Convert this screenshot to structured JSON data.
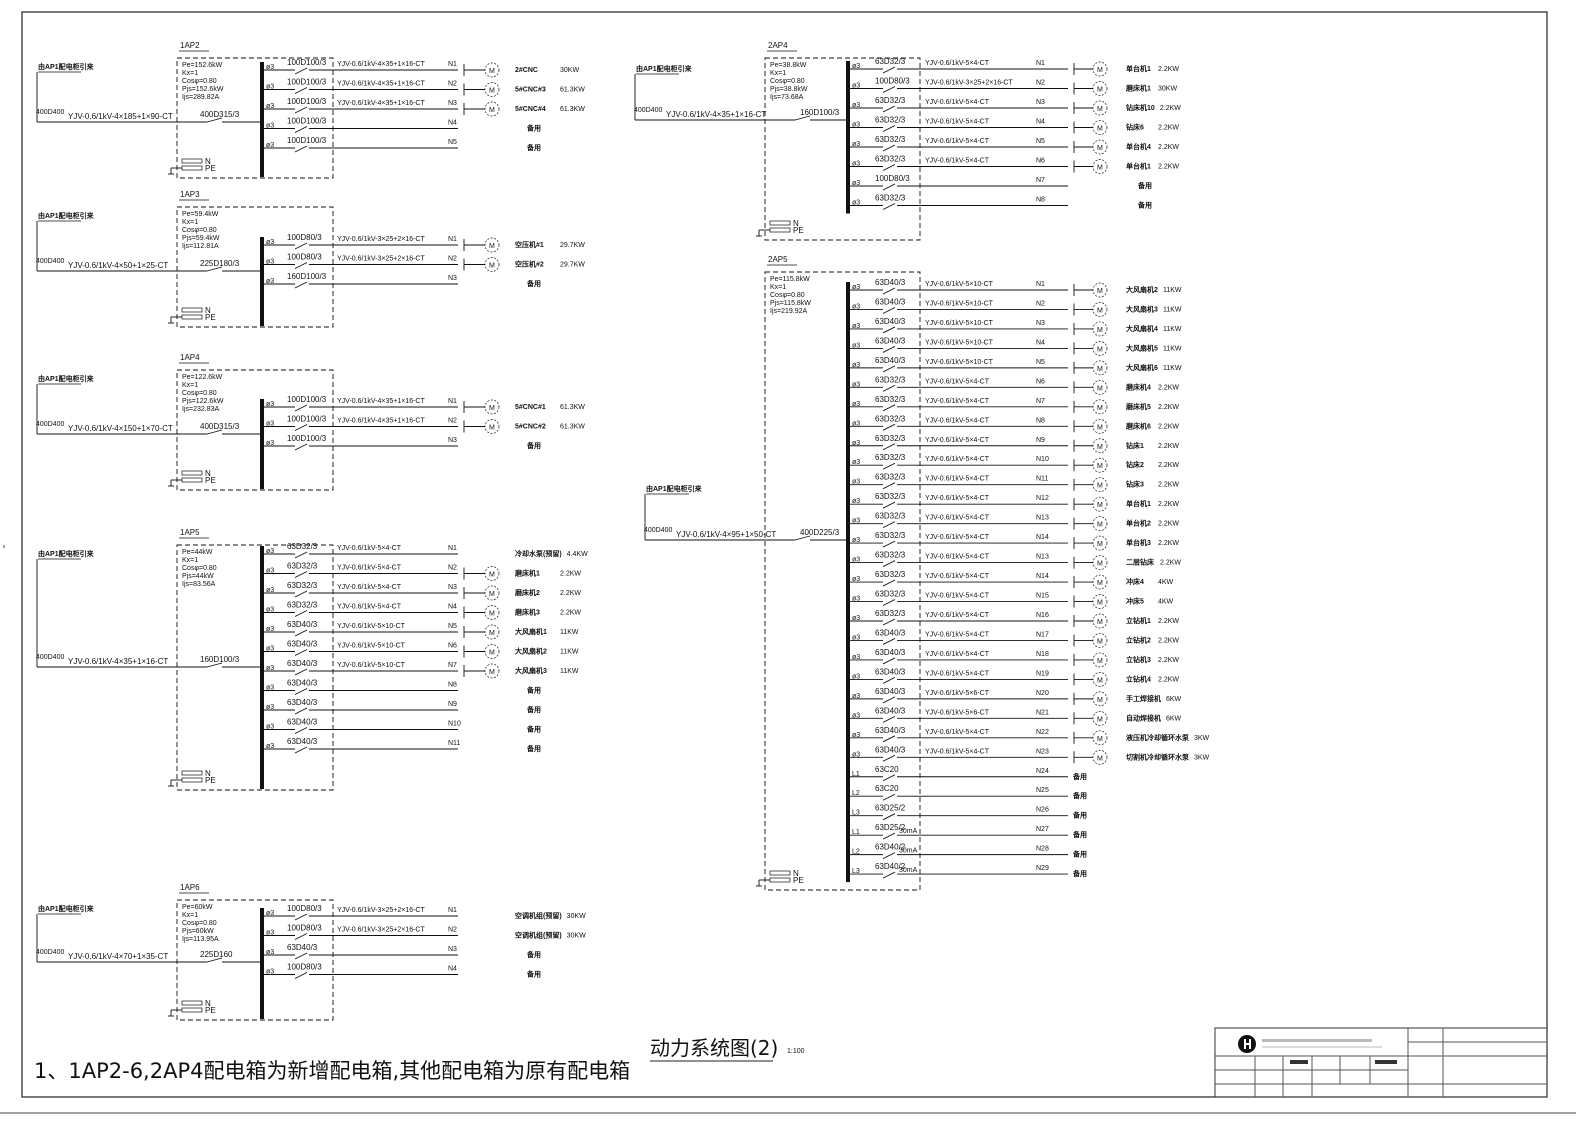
{
  "drawing": {
    "title": "动力系统图(2)",
    "scale": "1:100",
    "note": "1、1AP2-6,2AP4配电箱为新增配电箱,其他配电箱为原有配电箱"
  },
  "common": {
    "source": "由AP1配电柜引来",
    "spare": "备用",
    "n_bar": "N",
    "pe_bar": "PE",
    "motor": "M",
    "rcd": "30mA"
  },
  "panels": [
    {
      "name": "1AP2",
      "params": [
        "Pe=152.6kW",
        "Kx=1",
        "Cosφ=0.80",
        "Pjs=152.6kW",
        "Ijs=289.82A"
      ],
      "source_breaker": "400D400",
      "incoming_cable": "YJV-0.6/1kV-4×185+1×90-CT",
      "main_breaker": "400D315/3",
      "circuits": [
        {
          "ph": "ø3",
          "brk": "100D100/3",
          "cable": "YJV-0.6/1kV-4×35+1×16-CT",
          "no": "N1",
          "load": "2#CNC",
          "kw": "30KW",
          "motor": true
        },
        {
          "ph": "ø3",
          "brk": "100D100/3",
          "cable": "YJV-0.6/1kV-4×35+1×16-CT",
          "no": "N2",
          "load": "5#CNC#3",
          "kw": "61.3KW",
          "motor": true
        },
        {
          "ph": "ø3",
          "brk": "100D100/3",
          "cable": "YJV-0.6/1kV-4×35+1×16-CT",
          "no": "N3",
          "load": "5#CNC#4",
          "kw": "61.3KW",
          "motor": true
        },
        {
          "ph": "ø3",
          "brk": "100D100/3",
          "cable": "",
          "no": "N4",
          "load": "备用",
          "kw": "",
          "motor": false
        },
        {
          "ph": "ø3",
          "brk": "100D100/3",
          "cable": "",
          "no": "N5",
          "load": "备用",
          "kw": "",
          "motor": false
        }
      ]
    },
    {
      "name": "1AP3",
      "params": [
        "Pe=59.4kW",
        "Kx=1",
        "Cosφ=0.80",
        "Pjs=59.4kW",
        "Ijs=112.81A"
      ],
      "source_breaker": "400D400",
      "incoming_cable": "YJV-0.6/1kV-4×50+1×25-CT",
      "main_breaker": "225D180/3",
      "circuits": [
        {
          "ph": "ø3",
          "brk": "100D80/3",
          "cable": "YJV-0.6/1kV-3×25+2×16-CT",
          "no": "N1",
          "load": "空压机#1",
          "kw": "29.7KW",
          "motor": true
        },
        {
          "ph": "ø3",
          "brk": "100D80/3",
          "cable": "YJV-0.6/1kV-3×25+2×16-CT",
          "no": "N2",
          "load": "空压机#2",
          "kw": "29.7KW",
          "motor": true
        },
        {
          "ph": "ø3",
          "brk": "160D100/3",
          "cable": "",
          "no": "N3",
          "load": "备用",
          "kw": "",
          "motor": false
        }
      ]
    },
    {
      "name": "1AP4",
      "params": [
        "Pe=122.6kW",
        "Kx=1",
        "Cosφ=0.80",
        "Pjs=122.6kW",
        "Ijs=232.83A"
      ],
      "source_breaker": "400D400",
      "incoming_cable": "YJV-0.6/1kV-4×150+1×70-CT",
      "main_breaker": "400D315/3",
      "circuits": [
        {
          "ph": "ø3",
          "brk": "100D100/3",
          "cable": "YJV-0.6/1kV-4×35+1×16-CT",
          "no": "N1",
          "load": "5#CNC#1",
          "kw": "61.3KW",
          "motor": true
        },
        {
          "ph": "ø3",
          "brk": "100D100/3",
          "cable": "YJV-0.6/1kV-4×35+1×16-CT",
          "no": "N2",
          "load": "5#CNC#2",
          "kw": "61.3KW",
          "motor": true
        },
        {
          "ph": "ø3",
          "brk": "100D100/3",
          "cable": "",
          "no": "N3",
          "load": "备用",
          "kw": "",
          "motor": false
        }
      ]
    },
    {
      "name": "1AP5",
      "params": [
        "Pe=44kW",
        "Kx=1",
        "Cosφ=0.80",
        "Pjs=44kW",
        "Ijs=83.56A"
      ],
      "source_breaker": "400D400",
      "incoming_cable": "YJV-0.6/1kV-4×35+1×16-CT",
      "main_breaker": "160D100/3",
      "circuits": [
        {
          "ph": "ø3",
          "brk": "63D32/3",
          "cable": "YJV-0.6/1kV-5×4-CT",
          "no": "N1",
          "load": "冷却水泵(预留)",
          "kw": "4.4KW",
          "motor": false
        },
        {
          "ph": "ø3",
          "brk": "63D32/3",
          "cable": "YJV-0.6/1kV-5×4-CT",
          "no": "N2",
          "load": "磨床机1",
          "kw": "2.2KW",
          "motor": true
        },
        {
          "ph": "ø3",
          "brk": "63D32/3",
          "cable": "YJV-0.6/1kV-5×4-CT",
          "no": "N3",
          "load": "磨床机2",
          "kw": "2.2KW",
          "motor": true
        },
        {
          "ph": "ø3",
          "brk": "63D32/3",
          "cable": "YJV-0.6/1kV-5×4-CT",
          "no": "N4",
          "load": "磨床机3",
          "kw": "2.2KW",
          "motor": true
        },
        {
          "ph": "ø3",
          "brk": "63D40/3",
          "cable": "YJV-0.6/1kV-5×10-CT",
          "no": "N5",
          "load": "大风扇机1",
          "kw": "11KW",
          "motor": true
        },
        {
          "ph": "ø3",
          "brk": "63D40/3",
          "cable": "YJV-0.6/1kV-5×10-CT",
          "no": "N6",
          "load": "大风扇机2",
          "kw": "11KW",
          "motor": true
        },
        {
          "ph": "ø3",
          "brk": "63D40/3",
          "cable": "YJV-0.6/1kV-5×10-CT",
          "no": "N7",
          "load": "大风扇机3",
          "kw": "11KW",
          "motor": true
        },
        {
          "ph": "ø3",
          "brk": "63D40/3",
          "cable": "",
          "no": "N8",
          "load": "备用",
          "kw": "",
          "motor": false
        },
        {
          "ph": "ø3",
          "brk": "63D40/3",
          "cable": "",
          "no": "N9",
          "load": "备用",
          "kw": "",
          "motor": false
        },
        {
          "ph": "ø3",
          "brk": "63D40/3",
          "cable": "",
          "no": "N10",
          "load": "备用",
          "kw": "",
          "motor": false
        },
        {
          "ph": "ø3",
          "brk": "63D40/3",
          "cable": "",
          "no": "N11",
          "load": "备用",
          "kw": "",
          "motor": false
        }
      ]
    },
    {
      "name": "1AP6",
      "params": [
        "Pe=60kW",
        "Kx=1",
        "Cosφ=0.80",
        "Pjs=60kW",
        "Ijs=113.95A"
      ],
      "source_breaker": "400D400",
      "incoming_cable": "YJV-0.6/1kV-4×70+1×35-CT",
      "main_breaker": "225D160",
      "circuits": [
        {
          "ph": "ø3",
          "brk": "100D80/3",
          "cable": "YJV-0.6/1kV-3×25+2×16-CT",
          "no": "N1",
          "load": "空调机组(预留)",
          "kw": "30KW",
          "motor": false
        },
        {
          "ph": "ø3",
          "brk": "100D80/3",
          "cable": "YJV-0.6/1kV-3×25+2×16-CT",
          "no": "N2",
          "load": "空调机组(预留)",
          "kw": "30KW",
          "motor": false
        },
        {
          "ph": "ø3",
          "brk": "63D40/3",
          "cable": "",
          "no": "N3",
          "load": "备用",
          "kw": "",
          "motor": false
        },
        {
          "ph": "ø3",
          "brk": "100D80/3",
          "cable": "",
          "no": "N4",
          "load": "备用",
          "kw": "",
          "motor": false
        }
      ]
    },
    {
      "name": "2AP4",
      "params": [
        "Pe=38.8kW",
        "Kx=1",
        "Cosφ=0.80",
        "Pjs=38.8kW",
        "Ijs=73.68A"
      ],
      "source_breaker": "400D400",
      "incoming_cable": "YJV-0.6/1kV-4×35+1×16-CT",
      "main_breaker": "160D100/3",
      "circuits": [
        {
          "ph": "ø3",
          "brk": "63D32/3",
          "cable": "YJV-0.6/1kV-5×4-CT",
          "no": "N1",
          "load": "单台机1",
          "kw": "2.2KW",
          "motor": true
        },
        {
          "ph": "ø3",
          "brk": "100D80/3",
          "cable": "YJV-0.6/1kV-3×25+2×16-CT",
          "no": "N2",
          "load": "磨床机1",
          "kw": "30KW",
          "motor": true
        },
        {
          "ph": "ø3",
          "brk": "63D32/3",
          "cable": "YJV-0.6/1kV-5×4-CT",
          "no": "N3",
          "load": "钻床机10",
          "kw": "2.2KW",
          "motor": true
        },
        {
          "ph": "ø3",
          "brk": "63D32/3",
          "cable": "YJV-0.6/1kV-5×4-CT",
          "no": "N4",
          "load": "钻床6",
          "kw": "2.2KW",
          "motor": true
        },
        {
          "ph": "ø3",
          "brk": "63D32/3",
          "cable": "YJV-0.6/1kV-5×4-CT",
          "no": "N5",
          "load": "单台机4",
          "kw": "2.2KW",
          "motor": true
        },
        {
          "ph": "ø3",
          "brk": "63D32/3",
          "cable": "YJV-0.6/1kV-5×4-CT",
          "no": "N6",
          "load": "单台机1",
          "kw": "2.2KW",
          "motor": true
        },
        {
          "ph": "ø3",
          "brk": "100D80/3",
          "cable": "",
          "no": "N7",
          "load": "备用",
          "kw": "",
          "motor": false
        },
        {
          "ph": "ø3",
          "brk": "63D32/3",
          "cable": "",
          "no": "N8",
          "load": "备用",
          "kw": "",
          "motor": false
        }
      ]
    },
    {
      "name": "2AP5",
      "params": [
        "Pe=115.8kW",
        "Kx=1",
        "Cosφ=0.80",
        "Pjs=115.8kW",
        "Ijs=219.92A"
      ],
      "source_breaker": "400D400",
      "incoming_cable": "YJV-0.6/1kV-4×95+1×50-CT",
      "main_breaker": "400D225/3",
      "circuits": [
        {
          "ph": "ø3",
          "brk": "63D40/3",
          "cable": "YJV-0.6/1kV-5×10-CT",
          "no": "N1",
          "load": "大风扇机2",
          "kw": "11KW",
          "motor": true
        },
        {
          "ph": "ø3",
          "brk": "63D40/3",
          "cable": "YJV-0.6/1kV-5×10-CT",
          "no": "N2",
          "load": "大风扇机3",
          "kw": "11KW",
          "motor": true
        },
        {
          "ph": "ø3",
          "brk": "63D40/3",
          "cable": "YJV-0.6/1kV-5×10-CT",
          "no": "N3",
          "load": "大风扇机4",
          "kw": "11KW",
          "motor": true
        },
        {
          "ph": "ø3",
          "brk": "63D40/3",
          "cable": "YJV-0.6/1kV-5×10-CT",
          "no": "N4",
          "load": "大风扇机5",
          "kw": "11KW",
          "motor": true
        },
        {
          "ph": "ø3",
          "brk": "63D40/3",
          "cable": "YJV-0.6/1kV-5×10-CT",
          "no": "N5",
          "load": "大风扇机6",
          "kw": "11KW",
          "motor": true
        },
        {
          "ph": "ø3",
          "brk": "63D32/3",
          "cable": "YJV-0.6/1kV-5×4-CT",
          "no": "N6",
          "load": "磨床机4",
          "kw": "2.2KW",
          "motor": true
        },
        {
          "ph": "ø3",
          "brk": "63D32/3",
          "cable": "YJV-0.6/1kV-5×4-CT",
          "no": "N7",
          "load": "磨床机5",
          "kw": "2.2KW",
          "motor": true
        },
        {
          "ph": "ø3",
          "brk": "63D32/3",
          "cable": "YJV-0.6/1kV-5×4-CT",
          "no": "N8",
          "load": "磨床机6",
          "kw": "2.2KW",
          "motor": true
        },
        {
          "ph": "ø3",
          "brk": "63D32/3",
          "cable": "YJV-0.6/1kV-5×4-CT",
          "no": "N9",
          "load": "钻床1",
          "kw": "2.2KW",
          "motor": true
        },
        {
          "ph": "ø3",
          "brk": "63D32/3",
          "cable": "YJV-0.6/1kV-5×4-CT",
          "no": "N10",
          "load": "钻床2",
          "kw": "2.2KW",
          "motor": true
        },
        {
          "ph": "ø3",
          "brk": "63D32/3",
          "cable": "YJV-0.6/1kV-5×4-CT",
          "no": "N11",
          "load": "钻床3",
          "kw": "2.2KW",
          "motor": true
        },
        {
          "ph": "ø3",
          "brk": "63D32/3",
          "cable": "YJV-0.6/1kV-5×4-CT",
          "no": "N12",
          "load": "单台机1",
          "kw": "2.2KW",
          "motor": true
        },
        {
          "ph": "ø3",
          "brk": "63D32/3",
          "cable": "YJV-0.6/1kV-5×4-CT",
          "no": "N13",
          "load": "单台机2",
          "kw": "2.2KW",
          "motor": true
        },
        {
          "ph": "ø3",
          "brk": "63D32/3",
          "cable": "YJV-0.6/1kV-5×4-CT",
          "no": "N14",
          "load": "单台机3",
          "kw": "2.2KW",
          "motor": true
        },
        {
          "ph": "ø3",
          "brk": "63D32/3",
          "cable": "YJV-0.6/1kV-5×4-CT",
          "no": "N13",
          "load": "二层钻床",
          "kw": "2.2KW",
          "motor": true
        },
        {
          "ph": "ø3",
          "brk": "63D32/3",
          "cable": "YJV-0.6/1kV-5×4-CT",
          "no": "N14",
          "load": "冲床4",
          "kw": "4KW",
          "motor": true
        },
        {
          "ph": "ø3",
          "brk": "63D32/3",
          "cable": "YJV-0.6/1kV-5×4-CT",
          "no": "N15",
          "load": "冲床5",
          "kw": "4KW",
          "motor": true
        },
        {
          "ph": "ø3",
          "brk": "63D32/3",
          "cable": "YJV-0.6/1kV-5×4-CT",
          "no": "N16",
          "load": "立钻机1",
          "kw": "2.2KW",
          "motor": true
        },
        {
          "ph": "ø3",
          "brk": "63D40/3",
          "cable": "YJV-0.6/1kV-5×4-CT",
          "no": "N17",
          "load": "立钻机2",
          "kw": "2.2KW",
          "motor": true
        },
        {
          "ph": "ø3",
          "brk": "63D40/3",
          "cable": "YJV-0.6/1kV-5×4-CT",
          "no": "N18",
          "load": "立钻机3",
          "kw": "2.2KW",
          "motor": true
        },
        {
          "ph": "ø3",
          "brk": "63D40/3",
          "cable": "YJV-0.6/1kV-5×4-CT",
          "no": "N19",
          "load": "立钻机4",
          "kw": "2.2KW",
          "motor": true
        },
        {
          "ph": "ø3",
          "brk": "63D40/3",
          "cable": "YJV-0.6/1kV-5×6-CT",
          "no": "N20",
          "load": "手工焊接机",
          "kw": "6KW",
          "motor": true
        },
        {
          "ph": "ø3",
          "brk": "63D40/3",
          "cable": "YJV-0.6/1kV-5×6-CT",
          "no": "N21",
          "load": "自动焊接机",
          "kw": "6KW",
          "motor": true
        },
        {
          "ph": "ø3",
          "brk": "63D40/3",
          "cable": "YJV-0.6/1kV-5×4-CT",
          "no": "N22",
          "load": "液压机冷却循环水泵",
          "kw": "3KW",
          "motor": true
        },
        {
          "ph": "ø3",
          "brk": "63D40/3",
          "cable": "YJV-0.6/1kV-5×4-CT",
          "no": "N23",
          "load": "切割机冷却循环水泵",
          "kw": "3KW",
          "motor": true
        },
        {
          "ph": "L1",
          "brk": "63C20",
          "cable": "",
          "no": "N24",
          "load": "备用",
          "kw": "",
          "motor": false
        },
        {
          "ph": "L2",
          "brk": "63C20",
          "cable": "",
          "no": "N25",
          "load": "备用",
          "kw": "",
          "motor": false
        },
        {
          "ph": "L3",
          "brk": "63D25/2",
          "cable": "",
          "no": "N26",
          "load": "备用",
          "kw": "",
          "motor": false
        },
        {
          "ph": "L1",
          "brk": "63D25/2",
          "cable": "",
          "no": "N27",
          "load": "备用",
          "kw": "",
          "motor": false,
          "rcd": true
        },
        {
          "ph": "L2",
          "brk": "63D40/2",
          "cable": "",
          "no": "N28",
          "load": "备用",
          "kw": "",
          "motor": false,
          "rcd": true
        },
        {
          "ph": "L3",
          "brk": "63D40/2",
          "cable": "",
          "no": "N29",
          "load": "备用",
          "kw": "",
          "motor": false,
          "rcd": true
        }
      ]
    }
  ]
}
